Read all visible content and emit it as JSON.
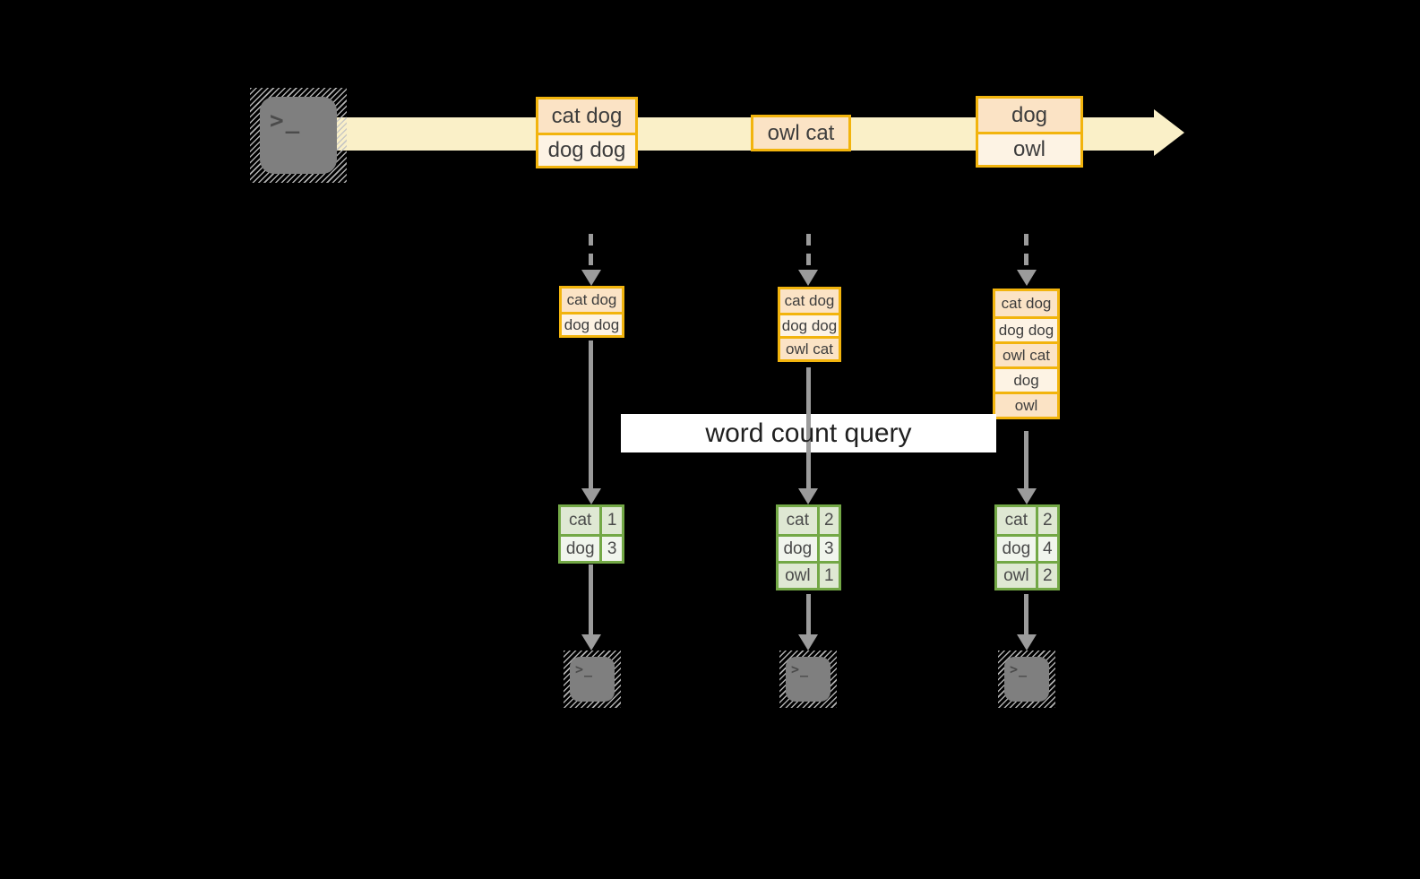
{
  "banner": {
    "label": "word count query"
  },
  "colors": {
    "background": "#000000",
    "stream_band": "#FAF0C8",
    "event_border": "#F2B40D",
    "event_fill_dark": "#FBE3C5",
    "event_fill_light": "#FDF3E4",
    "count_border": "#73A846",
    "count_fill_dark": "#DFE8D3",
    "count_fill_light": "#F1F5ED",
    "arrow_gray": "#9B9B9B",
    "terminal_gray": "#7F7F7F",
    "text": "#3D3D3D"
  },
  "stream": {
    "source": {
      "icon": "terminal-icon",
      "prompt": ">_"
    },
    "event_groups": [
      {
        "rows": [
          "cat dog",
          "dog dog"
        ]
      },
      {
        "rows": [
          "owl cat"
        ]
      },
      {
        "rows": [
          "dog",
          "owl"
        ]
      }
    ]
  },
  "pipelines": [
    {
      "buffer": [
        "cat dog",
        "dog dog"
      ],
      "counts": [
        {
          "word": "cat",
          "count": "1"
        },
        {
          "word": "dog",
          "count": "3"
        }
      ],
      "sink": {
        "icon": "terminal-icon",
        "prompt": ">_"
      }
    },
    {
      "buffer": [
        "cat dog",
        "dog dog",
        "owl cat"
      ],
      "counts": [
        {
          "word": "cat",
          "count": "2"
        },
        {
          "word": "dog",
          "count": "3"
        },
        {
          "word": "owl",
          "count": "1"
        }
      ],
      "sink": {
        "icon": "terminal-icon",
        "prompt": ">_"
      }
    },
    {
      "buffer": [
        "cat dog",
        "dog dog",
        "owl cat",
        "dog",
        "owl"
      ],
      "counts": [
        {
          "word": "cat",
          "count": "2"
        },
        {
          "word": "dog",
          "count": "4"
        },
        {
          "word": "owl",
          "count": "2"
        }
      ],
      "sink": {
        "icon": "terminal-icon",
        "prompt": ">_"
      }
    }
  ]
}
